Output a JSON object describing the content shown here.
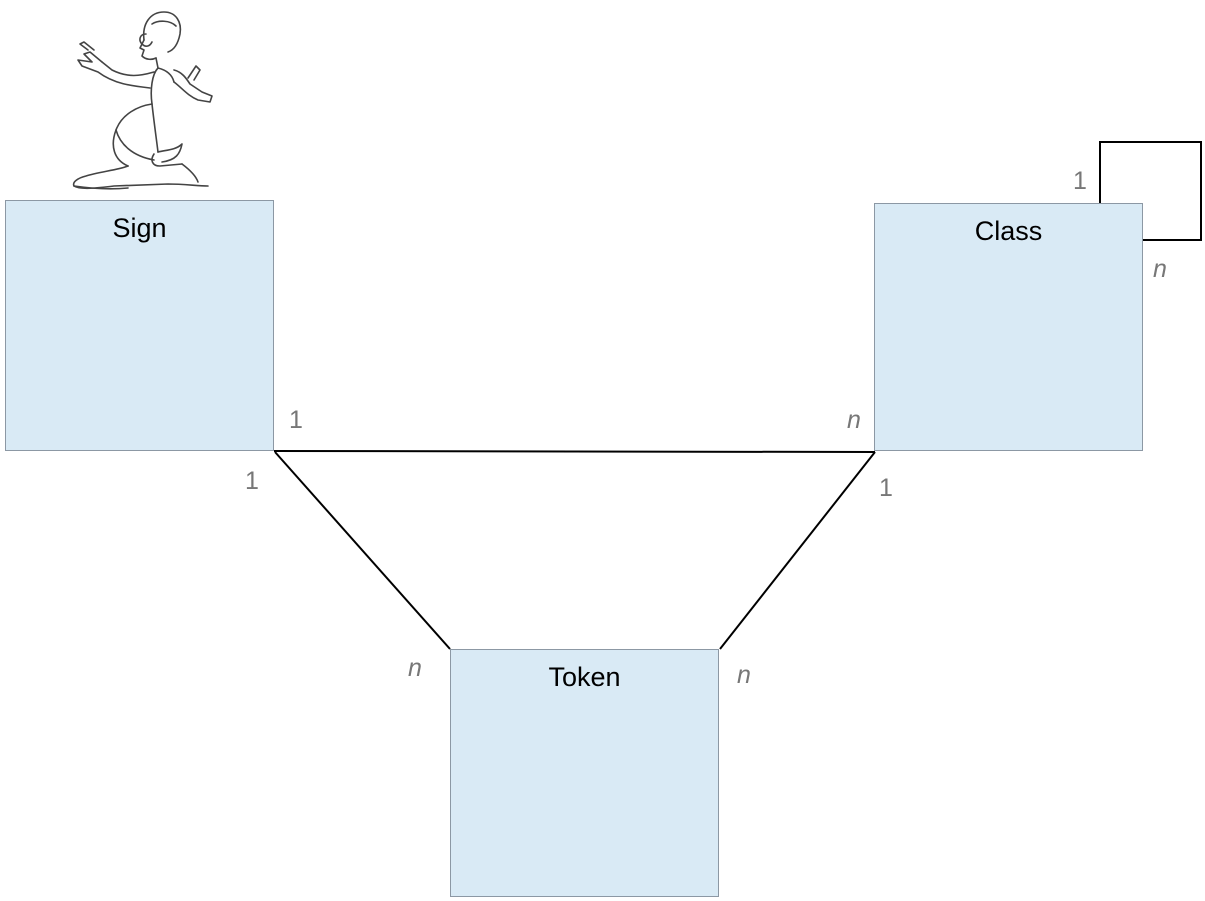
{
  "entities": {
    "sign": "Sign",
    "class": "Class",
    "token": "Token"
  },
  "cardinalities": {
    "sign_class_at_sign": "1",
    "sign_class_at_class": "n",
    "sign_token_at_sign": "1",
    "sign_token_at_token": "n",
    "class_token_at_class": "1",
    "class_token_at_token": "n",
    "class_self_at_top": "1",
    "class_self_at_side": "n"
  },
  "icons": {
    "sign_glyph": "seated-scribe-hieroglyph-icon"
  },
  "colors": {
    "entity_fill": "#d9eaf5",
    "entity_border": "#8c98a4",
    "cardinality_text": "#777777",
    "connector": "#000000"
  }
}
